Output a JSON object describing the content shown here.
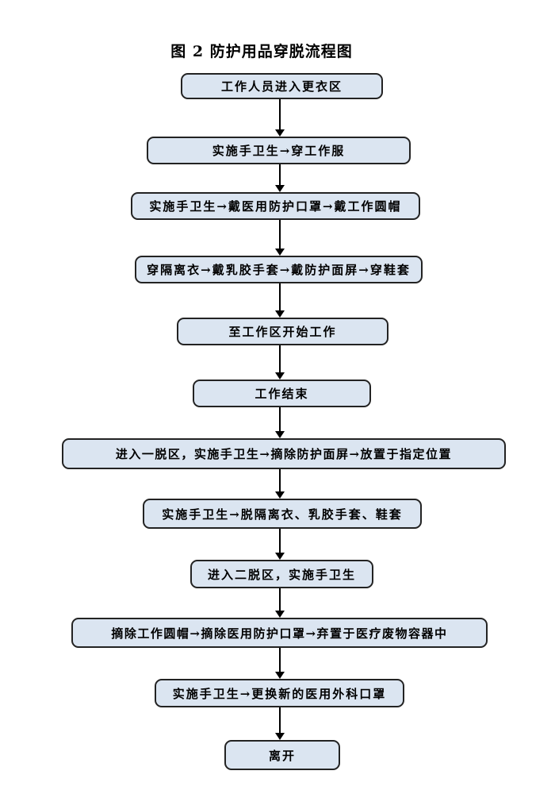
{
  "title": "图 2  防护用品穿脱流程图",
  "flow": {
    "steps": [
      {
        "label": "工作人员进入更衣区"
      },
      {
        "label": "实施手卫生→穿工作服"
      },
      {
        "label": "实施手卫生→戴医用防护口罩→戴工作圆帽"
      },
      {
        "label": "穿隔离衣→戴乳胶手套→戴防护面屏→穿鞋套"
      },
      {
        "label": "至工作区开始工作"
      },
      {
        "label": "工作结束"
      },
      {
        "label": "进入一脱区，实施手卫生→摘除防护面屏→放置于指定位置"
      },
      {
        "label": "实施手卫生→脱隔离衣、乳胶手套、鞋套"
      },
      {
        "label": "进入二脱区，实施手卫生"
      },
      {
        "label": "摘除工作圆帽→摘除医用防护口罩→弃置于医疗废物容器中"
      },
      {
        "label": "实施手卫生→更换新的医用外科口罩"
      },
      {
        "label": "离开"
      }
    ],
    "arrow_glyph": "→"
  },
  "colors": {
    "node_fill": "#dbe5f1",
    "node_border": "#232323",
    "arrow": "#000000",
    "text": "#000000",
    "background": "#ffffff"
  }
}
